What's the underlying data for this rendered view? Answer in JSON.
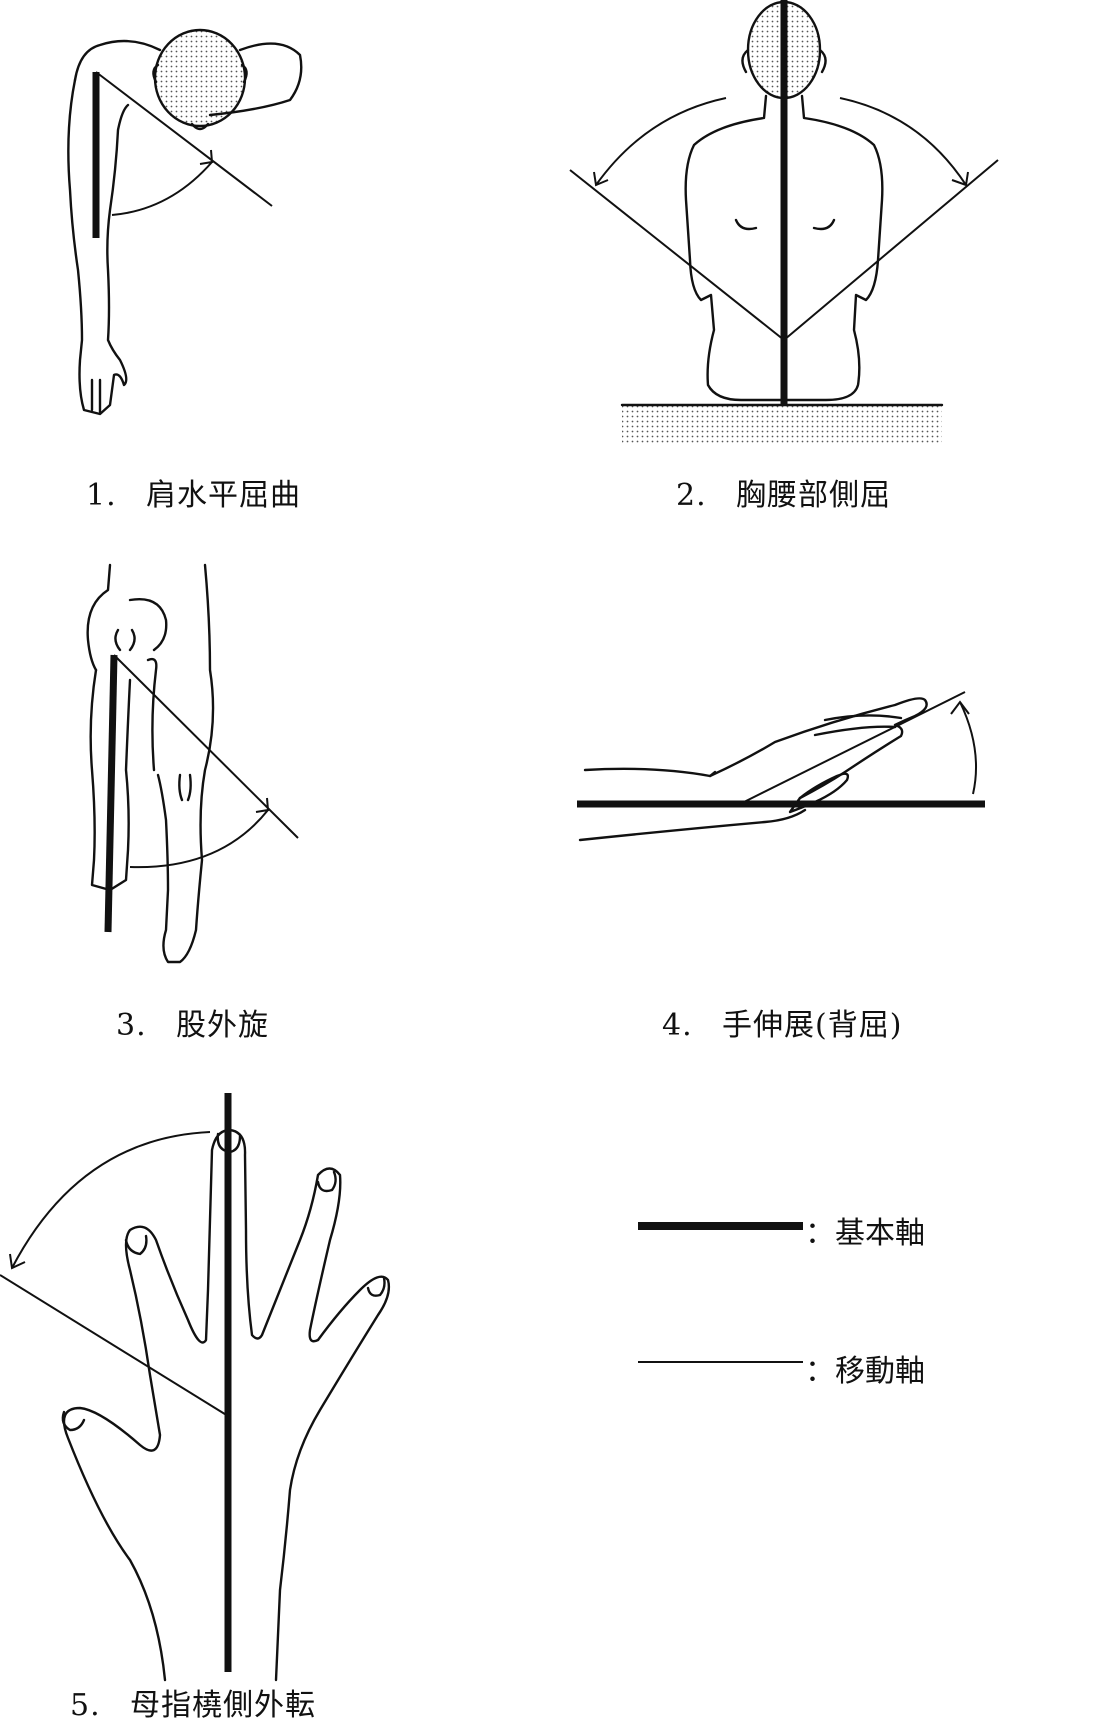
{
  "figures": [
    {
      "number": "1.",
      "caption": "肩水平屈曲"
    },
    {
      "number": "2.",
      "caption": "胸腰部側屈"
    },
    {
      "number": "3.",
      "caption": "股外旋"
    },
    {
      "number": "4.",
      "caption": "手伸展(背屈)"
    },
    {
      "number": "5.",
      "caption": "母指橈側外転"
    }
  ],
  "legend": {
    "basic_axis": "：基本軸",
    "moving_axis": "：移動軸"
  }
}
